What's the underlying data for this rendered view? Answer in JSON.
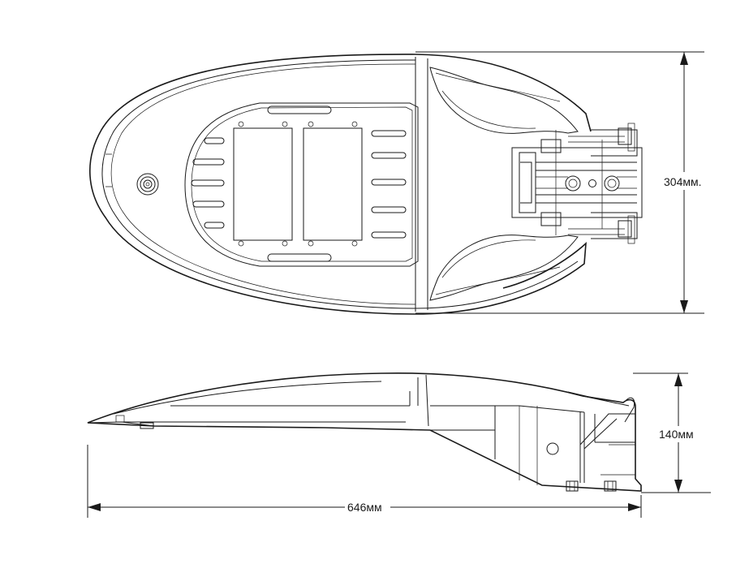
{
  "dimensions": {
    "width_label": "304мм.",
    "height_label": "140мм",
    "length_label": "646мм"
  }
}
